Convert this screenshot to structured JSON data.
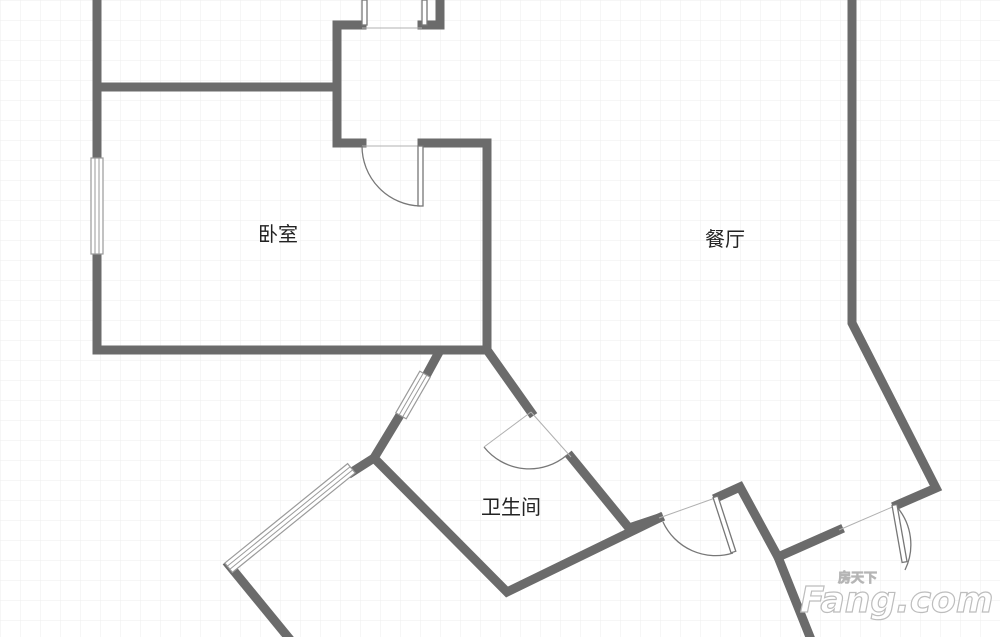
{
  "rooms": {
    "bedroom": "卧室",
    "dining": "餐厅",
    "bathroom": "卫生间"
  },
  "watermark": {
    "brand_text": "Fang.com",
    "brand_cn": "房天下"
  },
  "colors": {
    "wall": "#6b6b6b",
    "grid": "#e9e9e9",
    "background": "#ffffff"
  }
}
